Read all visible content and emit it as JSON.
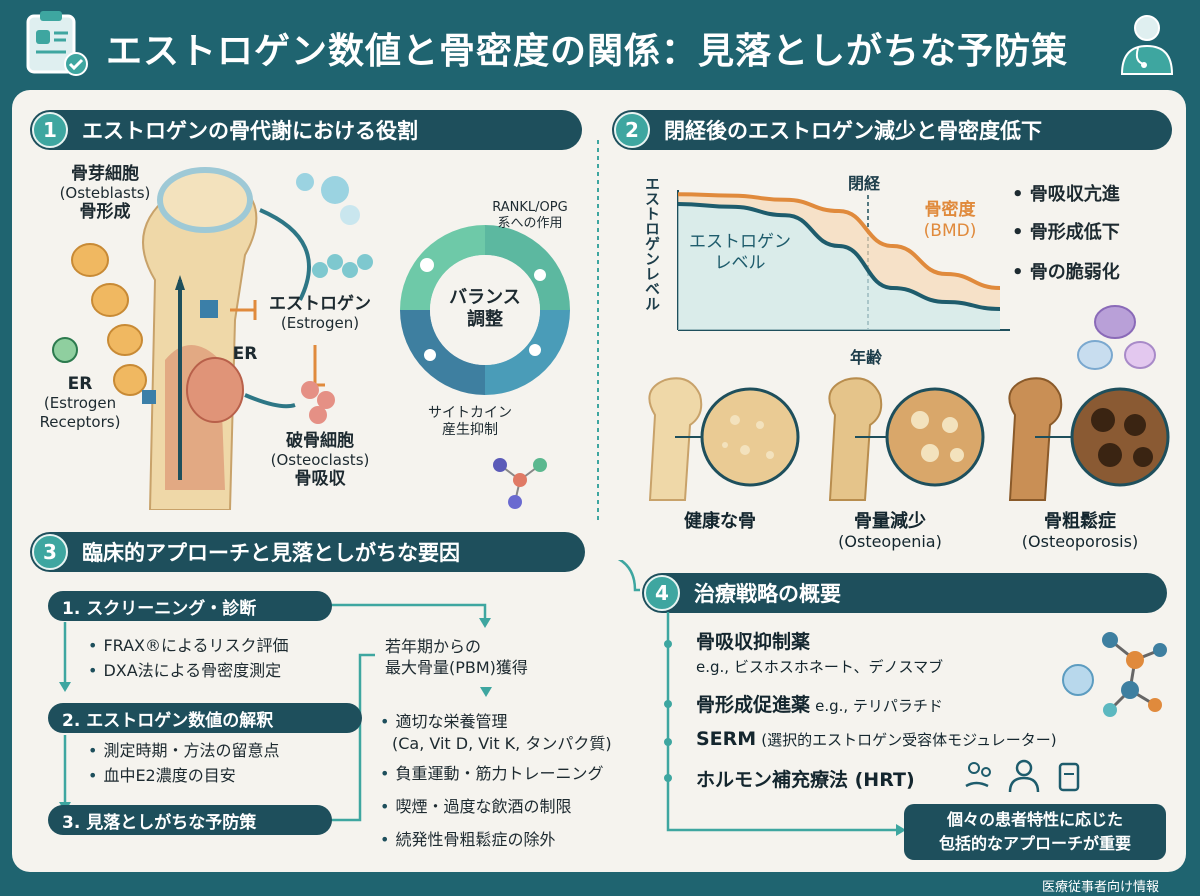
{
  "header": {
    "title": "エストロゲン数値と骨密度の関係：見落としがちな予防策",
    "footer": "医療従事者向け情報"
  },
  "section1": {
    "number": "1",
    "title": "エストロゲンの骨代謝における役割",
    "osteoblast": [
      "骨芽細胞",
      "(Osteblasts)",
      "骨形成"
    ],
    "estrogen": [
      "エストロゲン",
      "(Estrogen)"
    ],
    "er_small": "ER",
    "er_receptor": [
      "ER",
      "(Estrogen",
      "Receptors)"
    ],
    "osteoclast": [
      "破骨細胞",
      "(Osteoclasts)",
      "骨吸収"
    ],
    "cycle_center": [
      "バランス",
      "調整"
    ],
    "rankl": [
      "RANKL/OPG",
      "系への作用"
    ],
    "cytokine": [
      "サイトカイン",
      "産生抑制"
    ]
  },
  "section2": {
    "number": "2",
    "title": "閉経後のエストロゲン減少と骨密度低下",
    "y_axis": "エストロゲンレベル",
    "x_axis": "年齢",
    "menopause": "閉経",
    "estrogen_label": [
      "エストロゲン",
      "レベル"
    ],
    "bmd_label": [
      "骨密度",
      "(BMD)"
    ],
    "bullets": [
      "骨吸収亢進",
      "骨形成低下",
      "骨の脆弱化"
    ],
    "bones": [
      {
        "name": "健康な骨",
        "sub": ""
      },
      {
        "name": "骨量減少",
        "sub": "(Osteopenia)"
      },
      {
        "name": "骨粗鬆症",
        "sub": "(Osteoporosis)"
      }
    ]
  },
  "chart_data": {
    "type": "line",
    "xlabel": "年齢",
    "ylabel": "エストロゲンレベル",
    "annotations": [
      "閉経"
    ],
    "series": [
      {
        "name": "エストロゲンレベル",
        "values": [
          0.9,
          0.88,
          0.82,
          0.6,
          0.3,
          0.2,
          0.15
        ]
      },
      {
        "name": "骨密度 (BMD)",
        "values": [
          0.97,
          0.96,
          0.93,
          0.85,
          0.6,
          0.4,
          0.3
        ]
      }
    ]
  },
  "section3": {
    "number": "3",
    "title": "臨床的アプローチと見落としがちな要因",
    "step1": "1. スクリーニング・診断",
    "step1_items": [
      "FRAX®によるリスク評価",
      "DXA法による骨密度測定"
    ],
    "step2": "2. エストロゲン数値の解釈",
    "step2_items": [
      "測定時期・方法の留意点",
      "血中E2濃度の目安"
    ],
    "step3": "3. 見落としがちな予防策",
    "pbm": [
      "若年期からの",
      "最大骨量(PBM)獲得"
    ],
    "prevention": [
      "適切な栄養管理",
      "(Ca, Vit D, Vit K, タンパク質)",
      "負重運動・筋力トレーニング",
      "喫煙・過度な飲酒の制限",
      "続発性骨粗鬆症の除外"
    ]
  },
  "section4": {
    "number": "4",
    "title": "治療戦略の概要",
    "t1": "骨吸収抑制薬",
    "t1_sub": "e.g., ビスホスホネート、デノスマブ",
    "t2": "骨形成促進薬",
    "t2_sub": "e.g., テリパラチド",
    "t3": "SERM",
    "t3_sub": "(選択的エストロゲン受容体モジュレーター)",
    "t4": "ホルモン補充療法 (HRT)",
    "note": [
      "個々の患者特性に応じた",
      "包括的なアプローチが重要"
    ]
  }
}
